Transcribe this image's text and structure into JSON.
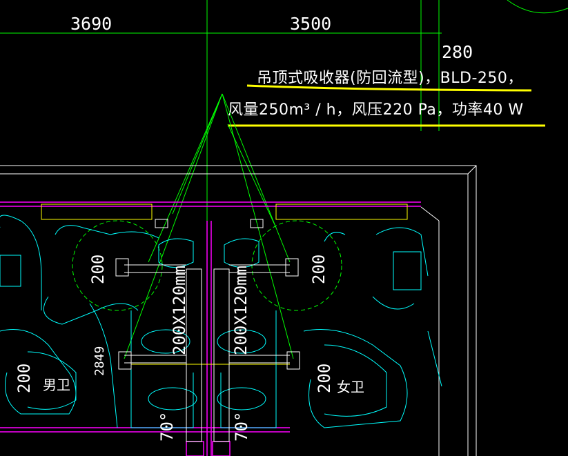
{
  "dimensions": {
    "left_span": "3690",
    "right_span": "3500",
    "offset": "280"
  },
  "equipment_note": {
    "line1": "吊顶式吸收器(防回流型)，BLD-250，",
    "line2": "风量250m³ / h，风压220 Pa，功率40 W"
  },
  "duct_labels": {
    "left_vertical": "200",
    "right_vertical": "200",
    "duct_left": "200X120mm",
    "duct_right": "200X120mm",
    "lower_left": "200",
    "lower_right": "200",
    "side_dim": "2849",
    "bottom_left": "70°",
    "bottom_right": "70°"
  },
  "rooms": {
    "men": "男卫",
    "women": "女卫"
  },
  "colors": {
    "background": "#000000",
    "grid": "#00ff00",
    "wall": "#ff00ff",
    "fixture": "#00ffff",
    "highlight": "#ffff00",
    "text": "#ffffff"
  }
}
